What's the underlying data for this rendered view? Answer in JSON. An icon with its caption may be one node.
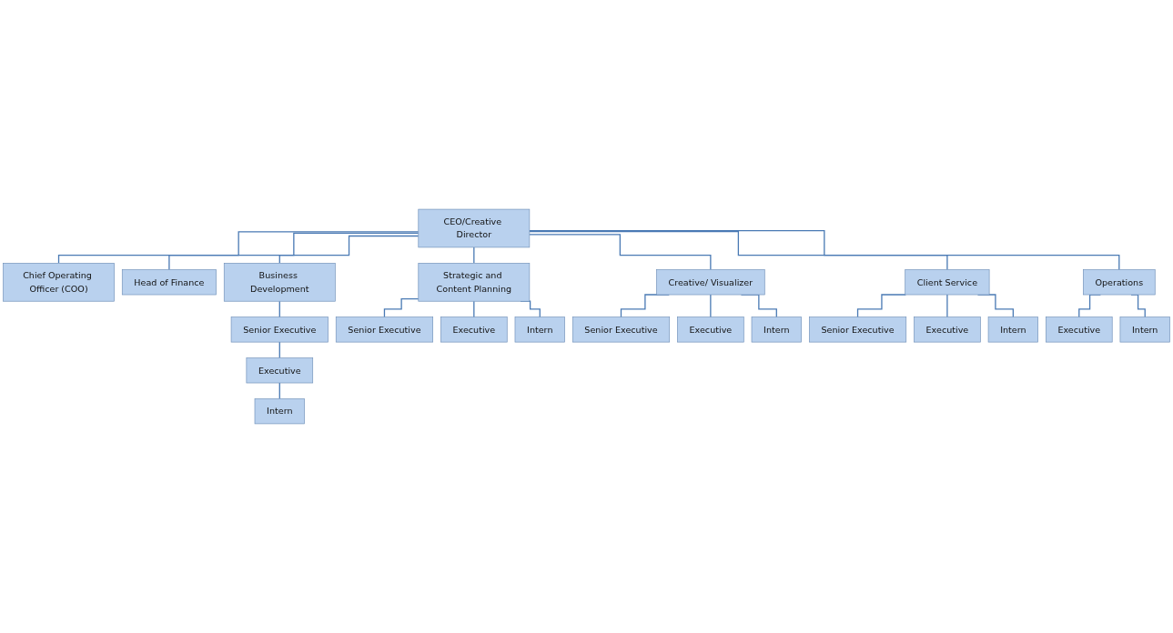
{
  "diagram": {
    "nodes": [
      {
        "text": [
          "CEO/Creative Director"
        ]
      },
      {
        "text": [
          "Chief Operating Officer (COO)"
        ]
      },
      {
        "text": [
          "Head of Finance"
        ]
      },
      {
        "text": [
          "Business Development"
        ]
      },
      {
        "text": [
          "Senior Executive"
        ]
      },
      {
        "text": [
          "Executive"
        ]
      },
      {
        "text": [
          "Intern"
        ]
      },
      {
        "text": [
          "Strategic and Content Planning"
        ]
      },
      {
        "text": [
          "Senior Executive"
        ]
      },
      {
        "text": [
          "Executive"
        ]
      },
      {
        "text": [
          "Intern"
        ]
      },
      {
        "text": [
          "Creative/ Visualizer"
        ]
      },
      {
        "text": [
          "Senior Executive"
        ]
      },
      {
        "text": [
          "Executive"
        ]
      },
      {
        "text": [
          "Intern"
        ]
      },
      {
        "text": [
          "Client Service"
        ]
      },
      {
        "text": [
          "Senior Executive"
        ]
      },
      {
        "text": [
          "Executive"
        ]
      },
      {
        "text": [
          "Intern"
        ]
      },
      {
        "text": [
          "Operations"
        ]
      },
      {
        "text": [
          "Executive"
        ]
      },
      {
        "text": [
          "Intern"
        ]
      }
    ],
    "edges": [
      {
        "from": 0,
        "to": 1,
        "arrow": "none"
      },
      {
        "from": 0,
        "to": 2,
        "arrow": "none"
      },
      {
        "from": 0,
        "to": 3,
        "arrow": "none"
      },
      {
        "from": 0,
        "to": 7,
        "arrow": "none"
      },
      {
        "from": 0,
        "to": 11,
        "arrow": "none"
      },
      {
        "from": 0,
        "to": 15,
        "arrow": "none"
      },
      {
        "from": 0,
        "to": 19,
        "arrow": "none"
      },
      {
        "from": 3,
        "to": 4,
        "arrow": "none"
      },
      {
        "from": 4,
        "to": 5,
        "arrow": "none"
      },
      {
        "from": 5,
        "to": 6,
        "arrow": "none"
      },
      {
        "from": 7,
        "to": 8,
        "arrow": "none"
      },
      {
        "from": 7,
        "to": 9,
        "arrow": "none"
      },
      {
        "from": 7,
        "to": 10,
        "arrow": "none"
      },
      {
        "from": 11,
        "to": 12,
        "arrow": "none"
      },
      {
        "from": 11,
        "to": 13,
        "arrow": "none"
      },
      {
        "from": 11,
        "to": 14,
        "arrow": "none"
      },
      {
        "from": 15,
        "to": 16,
        "arrow": "none"
      },
      {
        "from": 15,
        "to": 17,
        "arrow": "none"
      },
      {
        "from": 15,
        "to": 18,
        "arrow": "none"
      },
      {
        "from": 19,
        "to": 20,
        "arrow": "none"
      },
      {
        "from": 19,
        "to": 21,
        "arrow": "none"
      }
    ]
  }
}
